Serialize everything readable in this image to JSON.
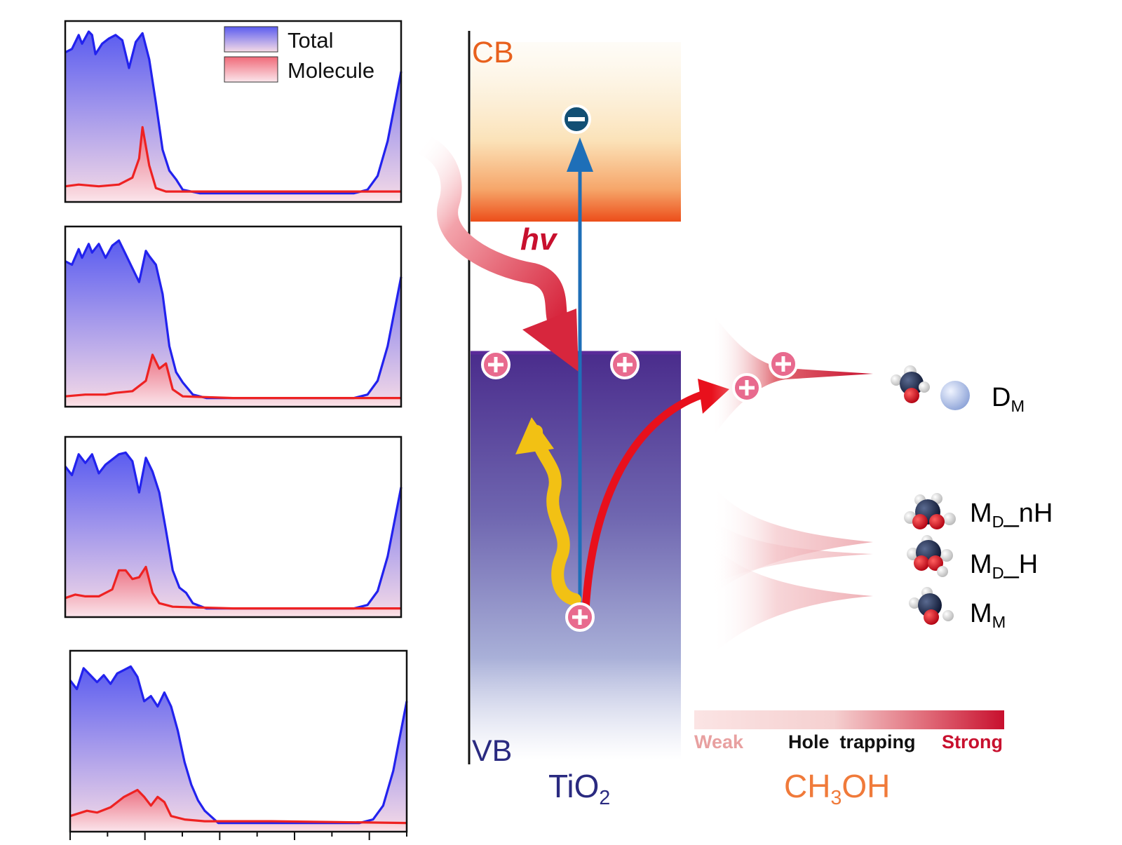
{
  "legend": {
    "total": "Total",
    "molecule": "Molecule"
  },
  "colors": {
    "total": "#2222ee",
    "molecule": "#ee2222",
    "cb_label": "#e8601c",
    "vb_label": "#2a2a80",
    "hv": "#c8102e",
    "strong": "#c8102e",
    "weak": "#e8a0a0",
    "ch3oh": "#f07a3a"
  },
  "bands": {
    "cb": "CB",
    "vb": "VB",
    "hv": "hv"
  },
  "material": {
    "tio2_main": "TiO",
    "tio2_sub": "2"
  },
  "adsorbate": {
    "pre": "CH",
    "sub": "3",
    "post": "OH"
  },
  "scale": {
    "weak": "Weak",
    "middle": "Hole  trapping",
    "strong": "Strong"
  },
  "species": [
    {
      "main": "D",
      "sub": "M",
      "tail": ""
    },
    {
      "main": "M",
      "sub": "D",
      "tail": "_nH"
    },
    {
      "main": "M",
      "sub": "D",
      "tail": "_H"
    },
    {
      "main": "M",
      "sub": "M",
      "tail": ""
    }
  ],
  "icons": [
    "electron-icon",
    "hole-icon",
    "molecule-icon",
    "atom-icon"
  ],
  "dos_panels": [
    {
      "total": [
        [
          0,
          0.86
        ],
        [
          2,
          0.88
        ],
        [
          4,
          0.96
        ],
        [
          5,
          0.91
        ],
        [
          7,
          0.98
        ],
        [
          8,
          0.96
        ],
        [
          9,
          0.85
        ],
        [
          11,
          0.91
        ],
        [
          13,
          0.94
        ],
        [
          15,
          0.96
        ],
        [
          17,
          0.93
        ],
        [
          19,
          0.77
        ],
        [
          21,
          0.92
        ],
        [
          23,
          0.97
        ],
        [
          25,
          0.82
        ],
        [
          27,
          0.57
        ],
        [
          29,
          0.3
        ],
        [
          31,
          0.18
        ],
        [
          33,
          0.13
        ],
        [
          35,
          0.07
        ],
        [
          40,
          0.05
        ],
        [
          60,
          0.05
        ],
        [
          86,
          0.05
        ],
        [
          90,
          0.07
        ],
        [
          93,
          0.15
        ],
        [
          96,
          0.35
        ],
        [
          98,
          0.55
        ],
        [
          100,
          0.75
        ]
      ],
      "molecule": [
        [
          0,
          0.09
        ],
        [
          4,
          0.1
        ],
        [
          10,
          0.09
        ],
        [
          16,
          0.1
        ],
        [
          20,
          0.14
        ],
        [
          22,
          0.25
        ],
        [
          23,
          0.43
        ],
        [
          25,
          0.21
        ],
        [
          27,
          0.08
        ],
        [
          30,
          0.06
        ],
        [
          50,
          0.06
        ],
        [
          100,
          0.06
        ]
      ]
    },
    {
      "total": [
        [
          0,
          0.84
        ],
        [
          2,
          0.82
        ],
        [
          4,
          0.91
        ],
        [
          5,
          0.86
        ],
        [
          7,
          0.94
        ],
        [
          8,
          0.89
        ],
        [
          10,
          0.94
        ],
        [
          12,
          0.86
        ],
        [
          14,
          0.93
        ],
        [
          16,
          0.96
        ],
        [
          18,
          0.88
        ],
        [
          20,
          0.8
        ],
        [
          22,
          0.72
        ],
        [
          24,
          0.9
        ],
        [
          25,
          0.87
        ],
        [
          27,
          0.82
        ],
        [
          29,
          0.65
        ],
        [
          31,
          0.35
        ],
        [
          33,
          0.2
        ],
        [
          35,
          0.14
        ],
        [
          38,
          0.07
        ],
        [
          42,
          0.05
        ],
        [
          60,
          0.05
        ],
        [
          86,
          0.05
        ],
        [
          90,
          0.07
        ],
        [
          93,
          0.15
        ],
        [
          96,
          0.35
        ],
        [
          98,
          0.55
        ],
        [
          100,
          0.75
        ]
      ],
      "molecule": [
        [
          0,
          0.06
        ],
        [
          6,
          0.07
        ],
        [
          12,
          0.07
        ],
        [
          15,
          0.08
        ],
        [
          20,
          0.09
        ],
        [
          24,
          0.15
        ],
        [
          26,
          0.3
        ],
        [
          28,
          0.22
        ],
        [
          30,
          0.25
        ],
        [
          32,
          0.1
        ],
        [
          35,
          0.06
        ],
        [
          50,
          0.05
        ],
        [
          100,
          0.05
        ]
      ]
    },
    {
      "total": [
        [
          0,
          0.87
        ],
        [
          2,
          0.82
        ],
        [
          4,
          0.94
        ],
        [
          6,
          0.89
        ],
        [
          8,
          0.94
        ],
        [
          10,
          0.83
        ],
        [
          12,
          0.88
        ],
        [
          14,
          0.91
        ],
        [
          16,
          0.94
        ],
        [
          18,
          0.95
        ],
        [
          20,
          0.9
        ],
        [
          22,
          0.72
        ],
        [
          24,
          0.92
        ],
        [
          26,
          0.84
        ],
        [
          28,
          0.72
        ],
        [
          30,
          0.5
        ],
        [
          32,
          0.27
        ],
        [
          34,
          0.17
        ],
        [
          36,
          0.14
        ],
        [
          38,
          0.08
        ],
        [
          42,
          0.05
        ],
        [
          60,
          0.05
        ],
        [
          86,
          0.05
        ],
        [
          90,
          0.07
        ],
        [
          93,
          0.15
        ],
        [
          96,
          0.35
        ],
        [
          98,
          0.55
        ],
        [
          100,
          0.75
        ]
      ],
      "molecule": [
        [
          0,
          0.11
        ],
        [
          3,
          0.13
        ],
        [
          6,
          0.12
        ],
        [
          10,
          0.12
        ],
        [
          14,
          0.16
        ],
        [
          16,
          0.27
        ],
        [
          18,
          0.27
        ],
        [
          20,
          0.22
        ],
        [
          22,
          0.23
        ],
        [
          24,
          0.29
        ],
        [
          26,
          0.14
        ],
        [
          28,
          0.08
        ],
        [
          32,
          0.06
        ],
        [
          50,
          0.05
        ],
        [
          100,
          0.05
        ]
      ]
    },
    {
      "total": [
        [
          0,
          0.87
        ],
        [
          2,
          0.82
        ],
        [
          4,
          0.94
        ],
        [
          6,
          0.9
        ],
        [
          8,
          0.86
        ],
        [
          10,
          0.9
        ],
        [
          12,
          0.85
        ],
        [
          14,
          0.91
        ],
        [
          16,
          0.93
        ],
        [
          18,
          0.95
        ],
        [
          20,
          0.89
        ],
        [
          22,
          0.75
        ],
        [
          24,
          0.78
        ],
        [
          26,
          0.72
        ],
        [
          28,
          0.8
        ],
        [
          30,
          0.72
        ],
        [
          32,
          0.58
        ],
        [
          34,
          0.4
        ],
        [
          36,
          0.27
        ],
        [
          38,
          0.18
        ],
        [
          40,
          0.12
        ],
        [
          44,
          0.05
        ],
        [
          60,
          0.05
        ],
        [
          86,
          0.05
        ],
        [
          90,
          0.07
        ],
        [
          93,
          0.15
        ],
        [
          96,
          0.35
        ],
        [
          98,
          0.55
        ],
        [
          100,
          0.75
        ]
      ],
      "molecule": [
        [
          0,
          0.09
        ],
        [
          5,
          0.12
        ],
        [
          8,
          0.11
        ],
        [
          12,
          0.14
        ],
        [
          16,
          0.2
        ],
        [
          20,
          0.24
        ],
        [
          22,
          0.2
        ],
        [
          24,
          0.15
        ],
        [
          26,
          0.2
        ],
        [
          28,
          0.17
        ],
        [
          30,
          0.09
        ],
        [
          34,
          0.07
        ],
        [
          40,
          0.06
        ],
        [
          60,
          0.06
        ],
        [
          100,
          0.05
        ]
      ]
    }
  ]
}
